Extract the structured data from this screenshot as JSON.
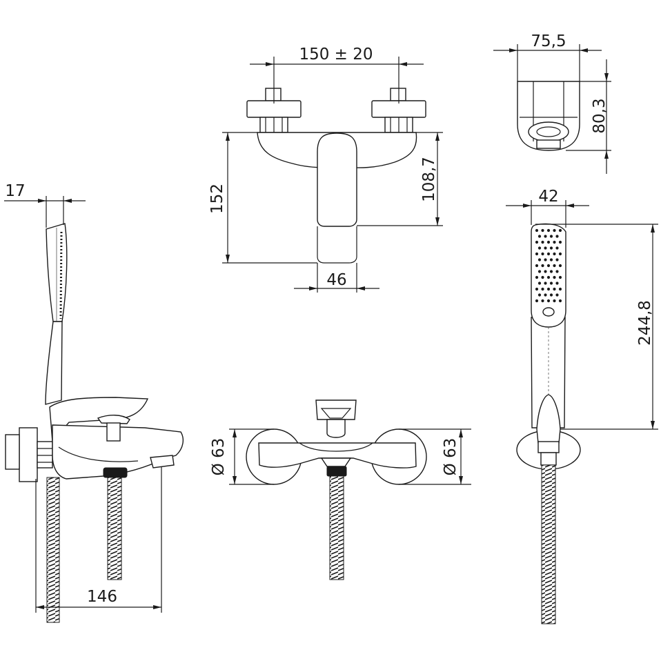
{
  "dimensions": {
    "top_wall_distance": "150 ± 20",
    "top_height_total": "152",
    "top_height_body": "108,7",
    "top_handle_width": "46",
    "holder_width": "75,5",
    "holder_height": "80,3",
    "shower_head_width": "42",
    "shower_length": "244,8",
    "side_head_depth": "17",
    "side_projection": "146",
    "front_left_diameter": "Ø 63",
    "front_right_diameter": "Ø 63"
  }
}
